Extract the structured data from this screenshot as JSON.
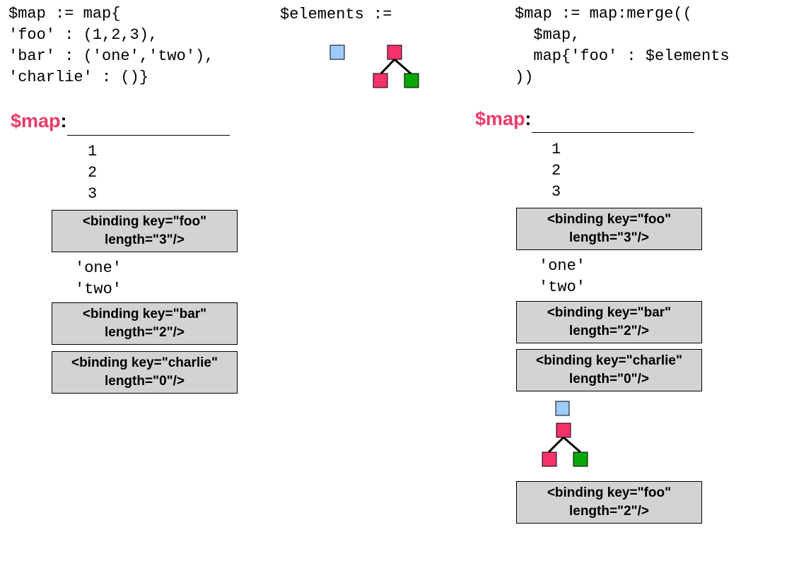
{
  "code": {
    "left": [
      "$map := map{",
      "'foo' : (1,2,3),",
      "'bar' : ('one','two'),",
      "'charlie' : ()}"
    ],
    "middle": [
      "$elements :="
    ],
    "right": [
      "$map := map:merge((",
      "  $map,",
      "  map{'foo' : $elements",
      "))"
    ]
  },
  "map_label": "$map",
  "map_colon": ":",
  "left_map": {
    "numbers": [
      "1",
      "2",
      "3"
    ],
    "strings": [
      "'one'",
      "'two'"
    ],
    "bindings": [
      {
        "line1": "<binding key=\"foo\"",
        "line2": "length=\"3\"/>"
      },
      {
        "line1": "<binding key=\"bar\"",
        "line2": "length=\"2\"/>"
      },
      {
        "line1": "<binding key=\"charlie\"",
        "line2": "length=\"0\"/>"
      }
    ]
  },
  "right_map": {
    "numbers": [
      "1",
      "2",
      "3"
    ],
    "strings": [
      "'one'",
      "'two'"
    ],
    "bindings": [
      {
        "line1": "<binding key=\"foo\"",
        "line2": "length=\"3\"/>"
      },
      {
        "line1": "<binding key=\"bar\"",
        "line2": "length=\"2\"/>"
      },
      {
        "line1": "<binding key=\"charlie\"",
        "line2": "length=\"0\"/>"
      },
      {
        "line1": "<binding key=\"foo\"",
        "line2": "length=\"2\"/>"
      }
    ]
  },
  "colors": {
    "map_label": "#ee3a6a",
    "node_light_blue": "#9ecbff",
    "node_pink": "#f5336a",
    "node_green": "#0aa70a",
    "binding_fill": "#d3d3d3"
  }
}
